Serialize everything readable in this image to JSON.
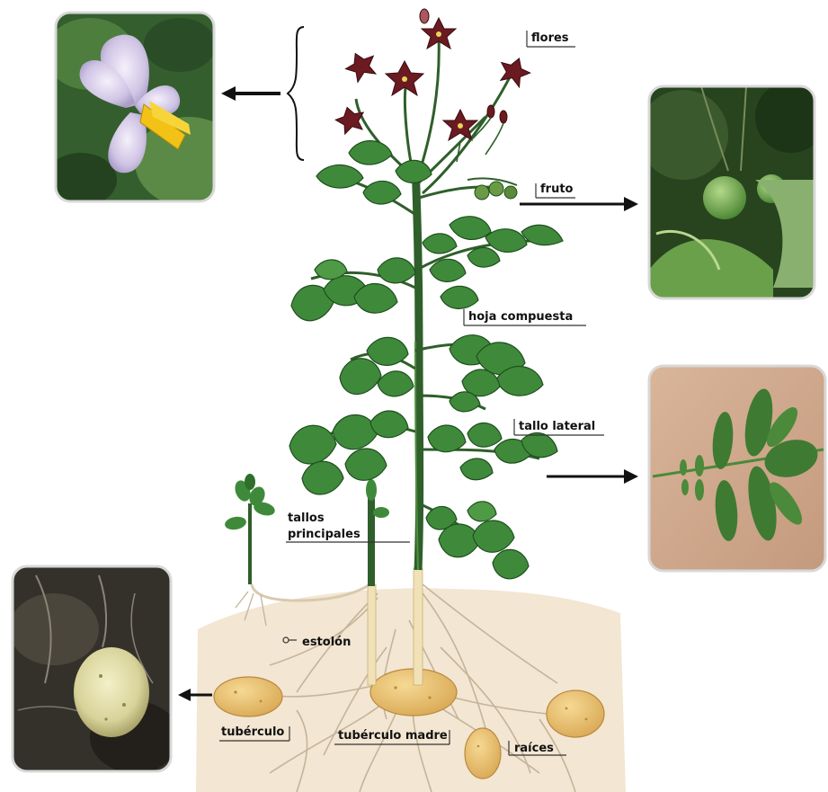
{
  "labels": {
    "flores": "flores",
    "fruto": "fruto",
    "hoja_compuesta": "hoja compuesta",
    "tallo_lateral": "tallo lateral",
    "tallos_principales_1": "tallos",
    "tallos_principales_2": "principales",
    "estolon": "estolón",
    "tuberculo": "tubérculo",
    "tuberculo_madre": "tubérculo madre",
    "raices": "raíces"
  },
  "colors": {
    "leaf": "#3f8a3a",
    "leaf_dark": "#1f4f1f",
    "stem": "#2f5f2a",
    "flower": "#6b1a22",
    "soil": "#f3e6d2",
    "tuber": "#e8c074",
    "root": "#c9b9a0"
  },
  "photos": [
    {
      "name": "flower-photo",
      "subject": "potato flower"
    },
    {
      "name": "fruit-photo",
      "subject": "potato fruit"
    },
    {
      "name": "leaf-photo",
      "subject": "compound leaf"
    },
    {
      "name": "tuber-photo",
      "subject": "tuber in soil"
    }
  ]
}
